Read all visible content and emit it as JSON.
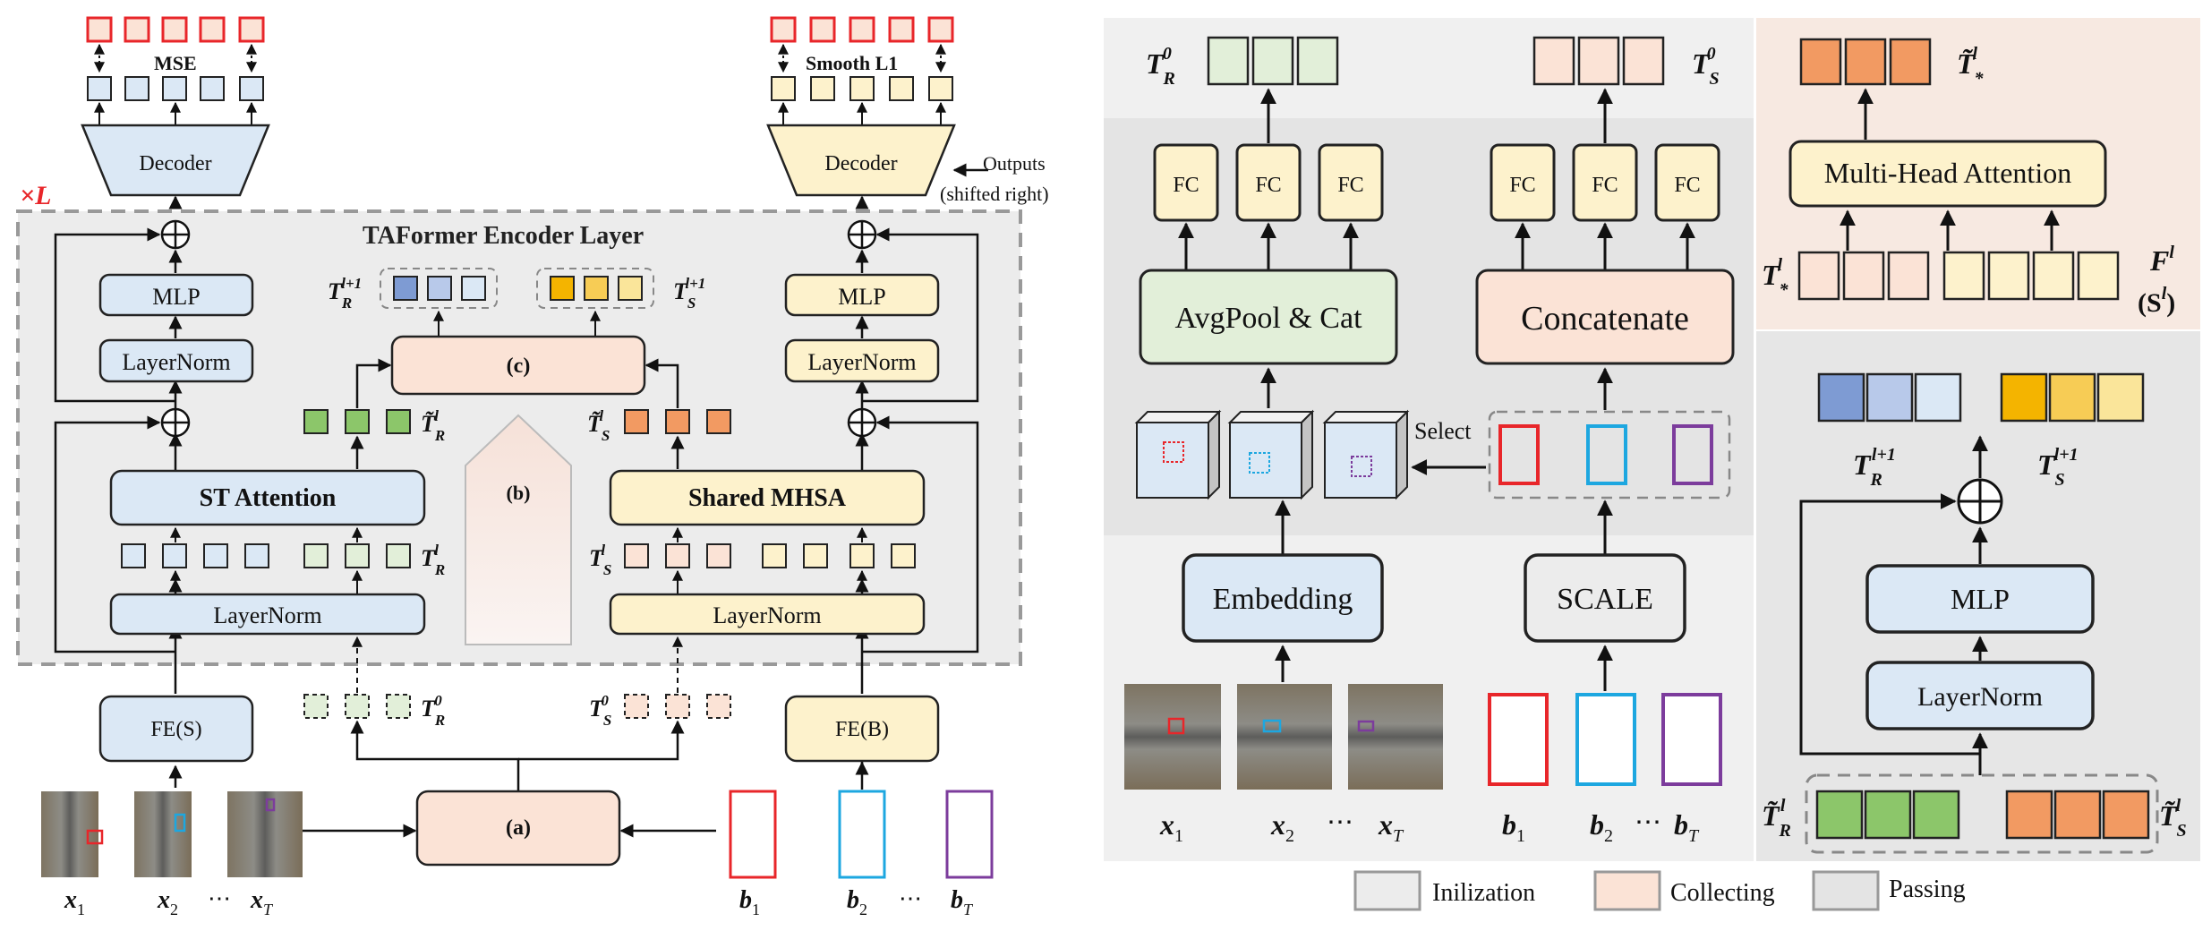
{
  "left": {
    "repeat_label": "×L",
    "encoder_title": "TAFormer Encoder Layer",
    "loss_left": "MSE",
    "loss_right": "Smooth L1",
    "decoder_left": "Decoder",
    "decoder_right": "Decoder",
    "outputs_line1": "Outputs",
    "outputs_line2": "(shifted right)",
    "mlp_left": "MLP",
    "mlp_right": "MLP",
    "layernorm_left_top": "LayerNorm",
    "layernorm_right_top": "LayerNorm",
    "layernorm_left_bottom": "LayerNorm",
    "layernorm_right_bottom": "LayerNorm",
    "st_attention": "ST Attention",
    "shared_mhsa": "Shared MHSA",
    "box_c": "(c)",
    "box_b": "(b)",
    "box_a": "(a)",
    "fe_s": "FE(S)",
    "fe_b": "FE(B)",
    "t_r_next": "T",
    "t_r_next_sub": "R",
    "t_r_next_sup": "l+1",
    "t_s_next": "T",
    "t_s_next_sub": "S",
    "t_s_next_sup": "l+1",
    "t_r_tilde": "T̃",
    "t_r_tilde_sub": "R",
    "t_r_tilde_sup": "l",
    "t_s_tilde": "T̃",
    "t_s_tilde_sub": "S",
    "t_s_tilde_sup": "l",
    "t_r_l": "T",
    "t_r_l_sub": "R",
    "t_r_l_sup": "l",
    "t_s_l": "T",
    "t_s_l_sub": "S",
    "t_s_l_sup": "l",
    "t_r_0": "T",
    "t_r_0_sub": "R",
    "t_r_0_sup": "0",
    "t_s_0": "T",
    "t_s_0_sub": "S",
    "t_s_0_sup": "0",
    "x1": "x",
    "x1_sub": "1",
    "x2": "x",
    "x2_sub": "2",
    "xdots": "⋯",
    "xT": "x",
    "xT_sub": "T",
    "b1": "b",
    "b1_sub": "1",
    "b2": "b",
    "b2_sub": "2",
    "bdots": "⋯",
    "bT": "b",
    "bT_sub": "T"
  },
  "middle": {
    "fc_labels": [
      "FC",
      "FC",
      "FC",
      "FC",
      "FC",
      "FC"
    ],
    "avgpool": "AvgPool & Cat",
    "concatenate": "Concatenate",
    "embedding": "Embedding",
    "scale": "SCALE",
    "select": "Select",
    "t_r_0": "T",
    "t_r_0_sub": "R",
    "t_r_0_sup": "0",
    "t_s_0": "T",
    "t_s_0_sub": "S",
    "t_s_0_sup": "0",
    "x1": "x",
    "x1_sub": "1",
    "x2": "x",
    "x2_sub": "2",
    "xdots": "⋯",
    "xT": "x",
    "xT_sub": "T",
    "b1": "b",
    "b1_sub": "1",
    "b2": "b",
    "b2_sub": "2",
    "bdots": "⋯",
    "bT": "b",
    "bT_sub": "T"
  },
  "right": {
    "mha": "Multi-Head Attention",
    "mlp": "MLP",
    "layernorm": "LayerNorm",
    "t_star_tilde": "T̃",
    "t_star_tilde_sub": "*",
    "t_star_tilde_sup": "l",
    "t_star": "T",
    "t_star_sub": "*",
    "t_star_sup": "l",
    "f_l": "F",
    "f_l_sup": "l",
    "s_l": "(S",
    "s_l_sup": "l",
    "s_l_close": ")",
    "t_r_next": "T",
    "t_r_next_sub": "R",
    "t_r_next_sup": "l+1",
    "t_s_next": "T",
    "t_s_next_sub": "S",
    "t_s_next_sup": "l+1",
    "t_r_tilde": "T̃",
    "t_r_tilde_sub": "R",
    "t_r_tilde_sup": "l",
    "t_s_tilde": "T̃",
    "t_s_tilde_sub": "S",
    "t_s_tilde_sup": "l"
  },
  "legend": {
    "init": "Inilization",
    "collect": "Collecting",
    "pass": "Passing"
  },
  "colors": {
    "blue_fill": "#dbe8f5",
    "yellow_fill": "#fdf2cc",
    "peach_fill": "#fbe3d6",
    "green_fill": "#e2efd9",
    "gray_panel": "#ececec",
    "red": "#e8262a",
    "cyan": "#1da7e0",
    "purple": "#7c3c9c",
    "orange": "#f29a62",
    "green_token": "#8cc66a",
    "dark_blue_token": "#7e9bd3",
    "gold_token": "#f4b400"
  }
}
